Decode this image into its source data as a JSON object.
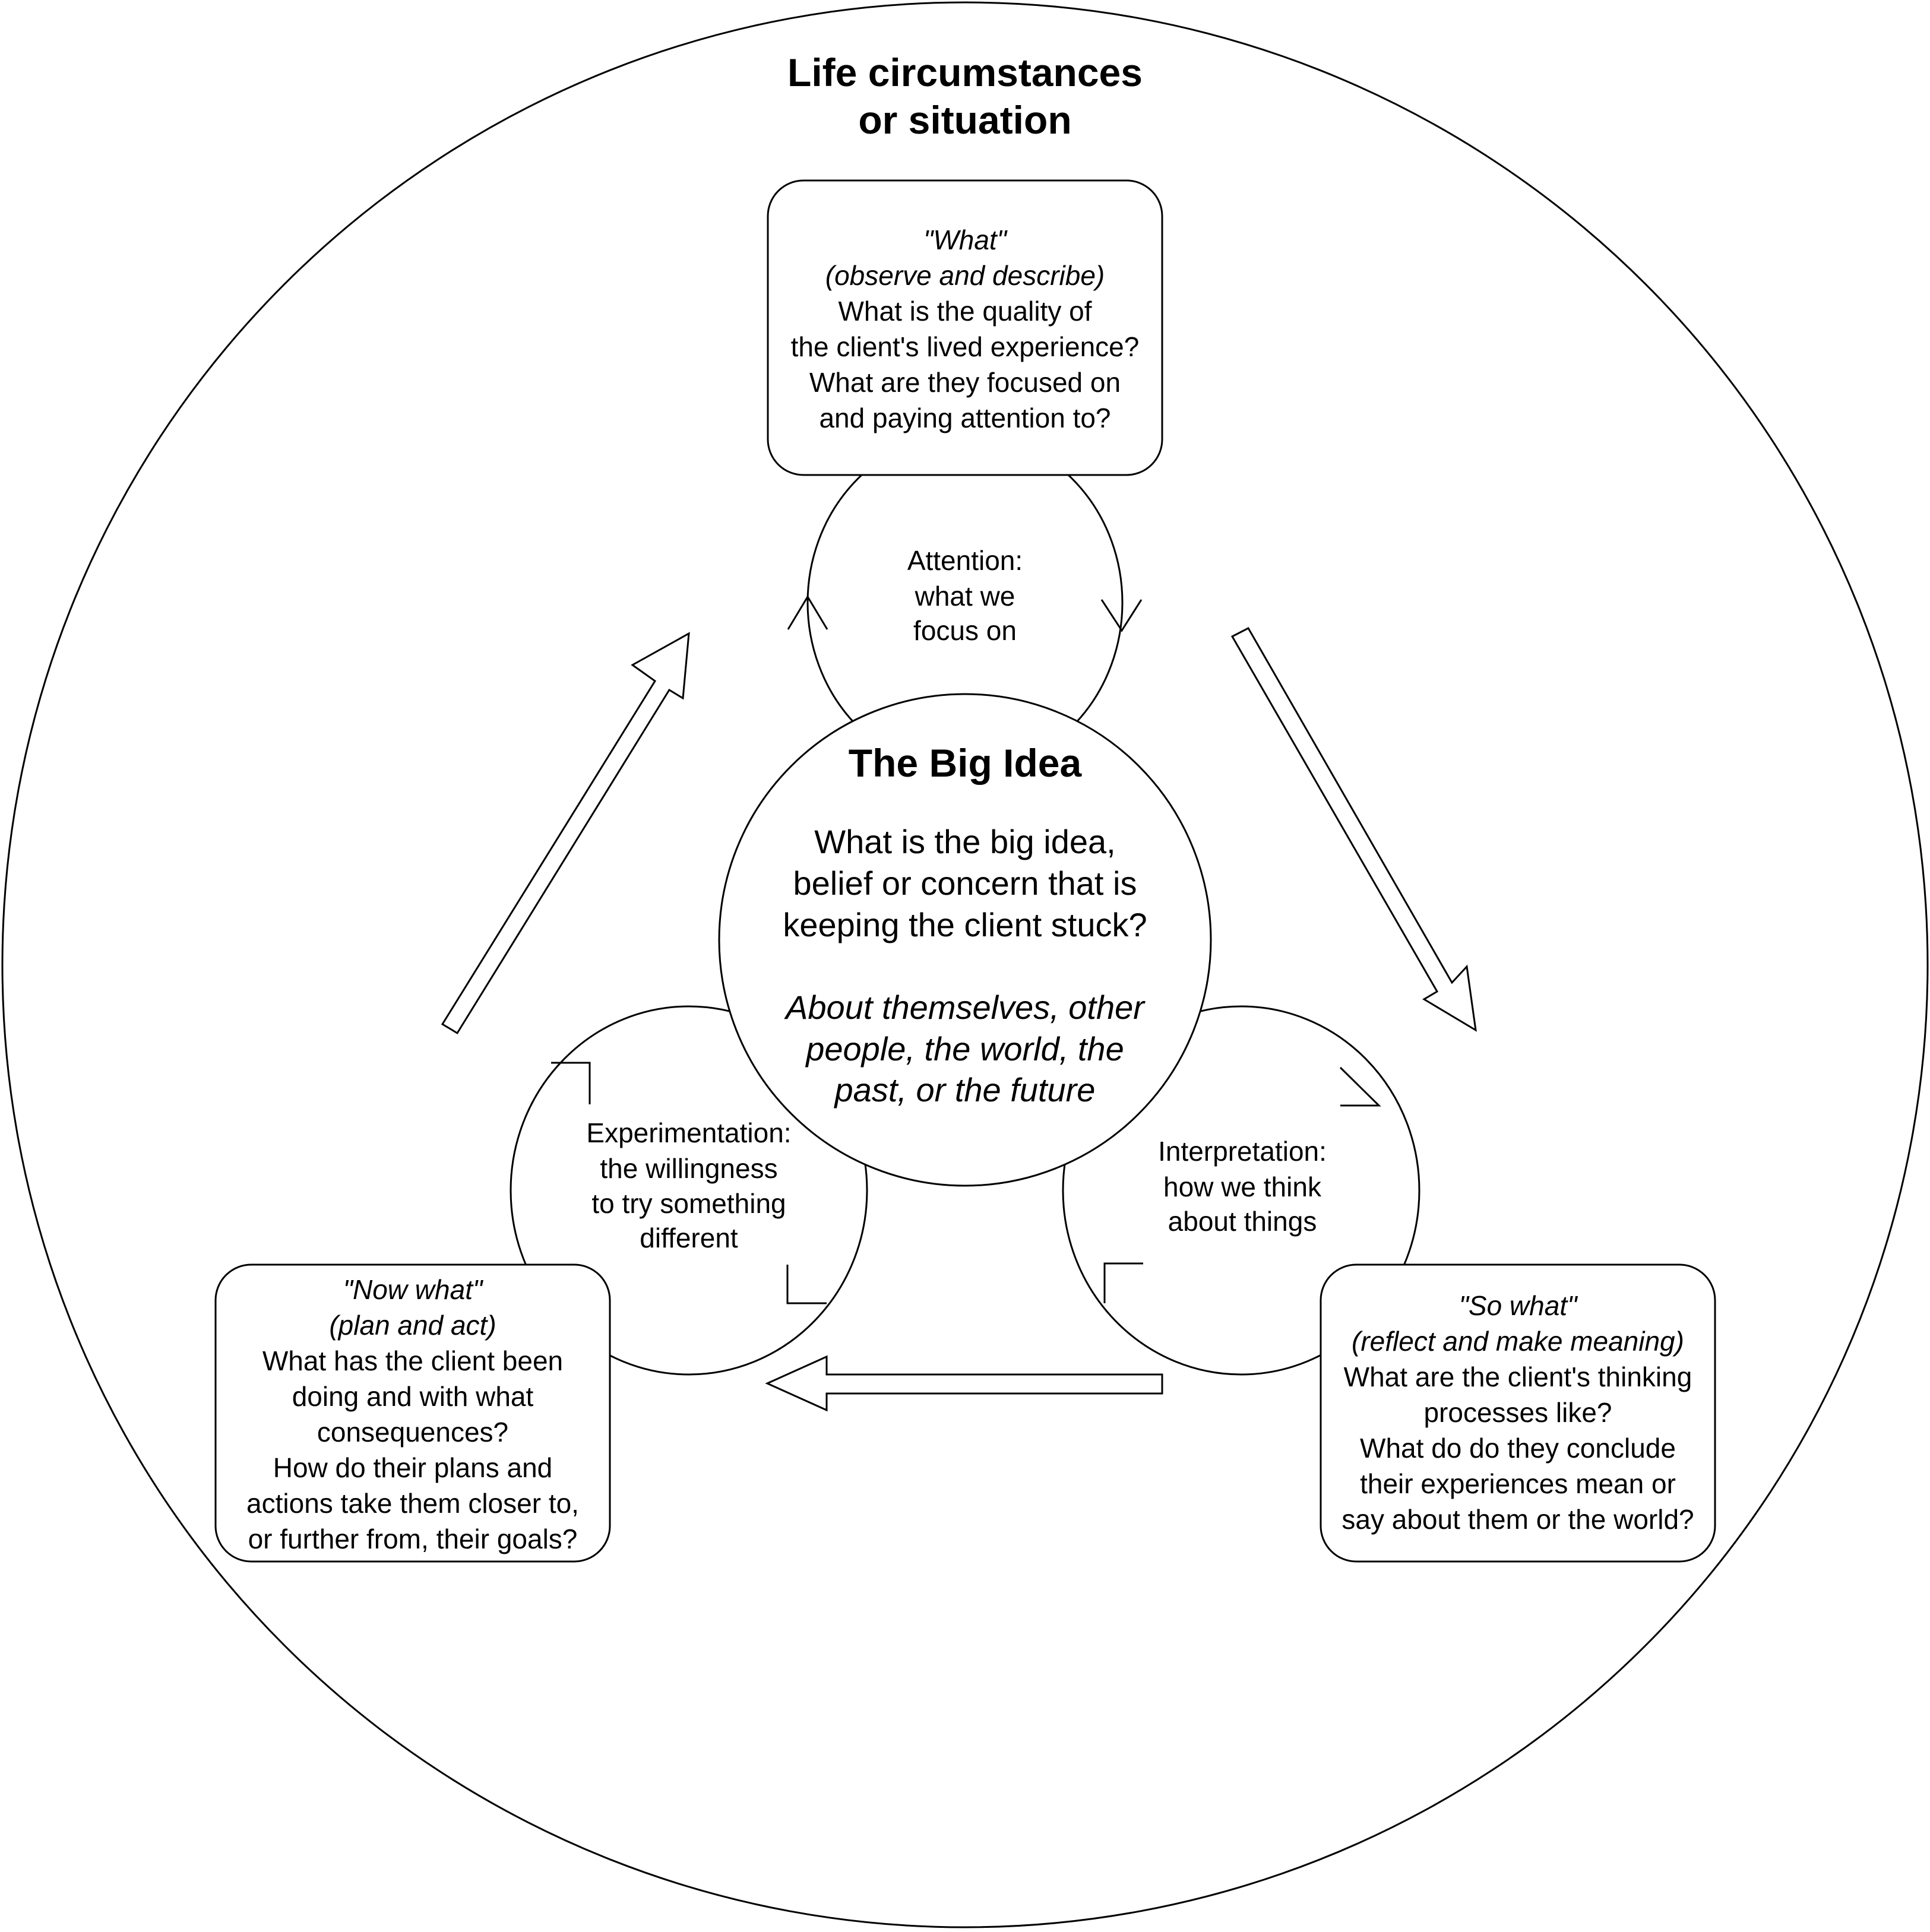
{
  "title": {
    "line1": "Life circumstances",
    "line2": "or situation"
  },
  "top_box": {
    "heading": "\"What\"",
    "subheading": "(observe and describe)",
    "lines": [
      "What is the quality of",
      "the client's lived experience?",
      "What are they focused on",
      "and paying attention to?"
    ]
  },
  "right_box": {
    "heading": "\"So what\"",
    "subheading": "(reflect and make meaning)",
    "lines": [
      "What are the client's thinking",
      "processes like?",
      "What do do they conclude",
      "their experiences mean or",
      "say about them or the world?"
    ]
  },
  "left_box": {
    "heading": "\"Now what\"",
    "subheading": "(plan and act)",
    "lines": [
      "What has the client been",
      "doing and with what",
      "consequences?",
      "How do their plans and",
      "actions take them closer to,",
      "or further from, their goals?"
    ]
  },
  "loops": {
    "attention": [
      "Attention:",
      "what we",
      "focus on"
    ],
    "interpretation": [
      "Interpretation:",
      "how we think",
      "about things"
    ],
    "experimentation": [
      "Experimentation:",
      "the willingness",
      "to try something",
      "different"
    ]
  },
  "center": {
    "title": "The Big Idea",
    "question": [
      "What is the big idea,",
      "belief or concern that is",
      "keeping the client stuck?"
    ],
    "note": [
      "About themselves, other",
      "people, the world, the",
      "past, or the future"
    ]
  }
}
